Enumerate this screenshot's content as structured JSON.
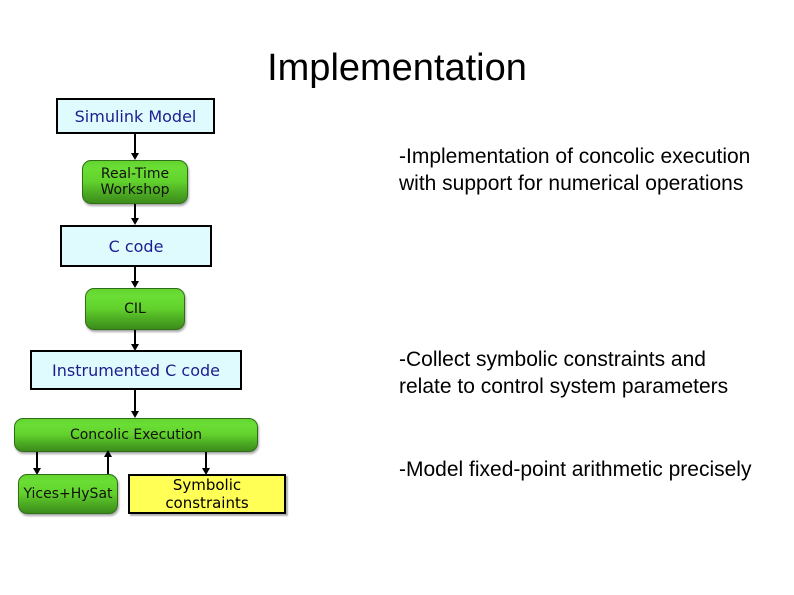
{
  "slide": {
    "title": "Implementation",
    "background_color": "#ffffff"
  },
  "bullets": [
    {
      "id": "bullet-1",
      "text": "-Implementation of concolic execution with support for numerical operations"
    },
    {
      "id": "bullet-2",
      "text": "-Collect symbolic constraints and relate to control system parameters"
    },
    {
      "id": "bullet-3",
      "text": "-Model fixed-point arithmetic precisely"
    }
  ],
  "diagram": {
    "name": "toolchain-flowchart",
    "colors": {
      "blue_fill": "#e0fbfd",
      "blue_text": "#1d1d8f",
      "green_fill": "#62d22d",
      "green_border": "#2f6d16",
      "yellow_fill": "#ffff55",
      "border": "#000000"
    },
    "nodes": [
      {
        "id": "node-simulink",
        "label": "Simulink Model",
        "shape": "rect",
        "color": "blue"
      },
      {
        "id": "node-rtw",
        "label": "Real-Time\nWorkshop",
        "shape": "round",
        "color": "green"
      },
      {
        "id": "node-ccode",
        "label": "C code",
        "shape": "rect",
        "color": "blue"
      },
      {
        "id": "node-cil",
        "label": "CIL",
        "shape": "round",
        "color": "green"
      },
      {
        "id": "node-instrumented",
        "label": "Instrumented C code",
        "shape": "rect",
        "color": "blue"
      },
      {
        "id": "node-concolic",
        "label": "Concolic Execution",
        "shape": "round",
        "color": "green"
      },
      {
        "id": "node-yices",
        "label": "Yices+HySat",
        "shape": "round",
        "color": "green"
      },
      {
        "id": "node-symbolic",
        "label": "Symbolic constraints",
        "shape": "rect",
        "color": "yellow"
      }
    ],
    "edges": [
      {
        "from": "node-simulink",
        "to": "node-rtw",
        "direction": "down"
      },
      {
        "from": "node-rtw",
        "to": "node-ccode",
        "direction": "down"
      },
      {
        "from": "node-ccode",
        "to": "node-cil",
        "direction": "down"
      },
      {
        "from": "node-cil",
        "to": "node-instrumented",
        "direction": "down"
      },
      {
        "from": "node-instrumented",
        "to": "node-concolic",
        "direction": "down"
      },
      {
        "from": "node-concolic",
        "to": "node-yices",
        "direction": "down"
      },
      {
        "from": "node-yices",
        "to": "node-concolic",
        "direction": "up"
      },
      {
        "from": "node-concolic",
        "to": "node-symbolic",
        "direction": "down"
      }
    ]
  }
}
